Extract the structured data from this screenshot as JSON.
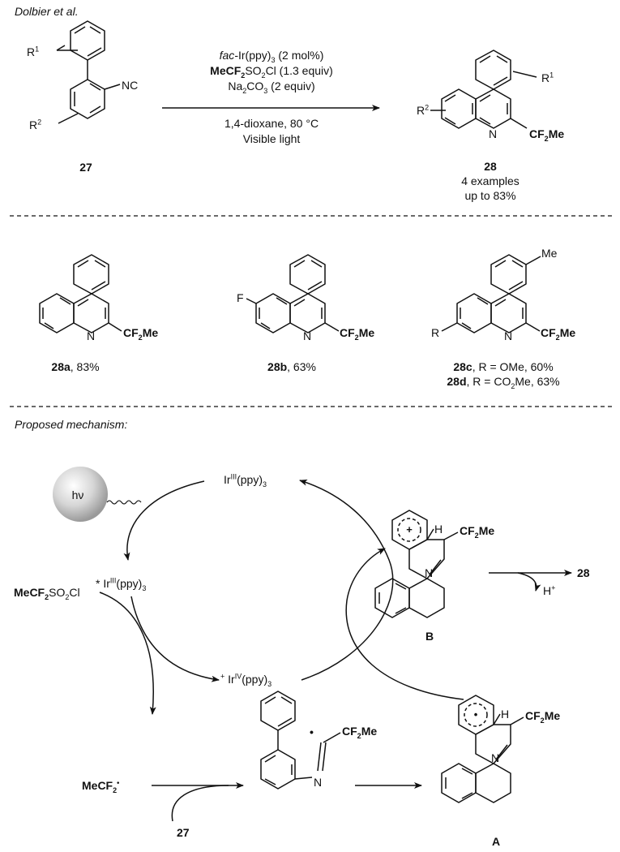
{
  "header": {
    "citation": "Dolbier et al."
  },
  "top_scheme": {
    "start_label": "27",
    "start_r1": "R",
    "start_r1_sup": "1",
    "start_r2": "R",
    "start_r2_sup": "2",
    "start_nc": "NC",
    "conditions": {
      "line1_italic": "fac",
      "line1_rest": "-Ir(ppy)",
      "line1_sub": "3",
      "line1_tail": " (2 mol%)",
      "line2_bold_a": "MeCF",
      "line2_sub1": "2",
      "line2_b": "SO",
      "line2_sub2": "2",
      "line2_c": "Cl (1.3 equiv)",
      "line3_a": "Na",
      "line3_sub1": "2",
      "line3_b": "CO",
      "line3_sub2": "3",
      "line3_c": " (2 equiv)",
      "line4": "1,4-dioxane, 80 °C",
      "line5": "Visible light"
    },
    "product_label": "28",
    "product_examples": "4 examples",
    "product_yield": "up to 83%",
    "product_cf2me": "CF",
    "product_cf2me_sub": "2",
    "product_cf2me_tail": "Me",
    "product_n": "N",
    "product_r1": "R",
    "product_r1_sup": "1",
    "product_r2": "R",
    "product_r2_sup": "2"
  },
  "examples": [
    {
      "id": "28a",
      "rest": ", 83%"
    },
    {
      "id": "28b",
      "rest": ", 63%"
    },
    {
      "id": "28c",
      "rest": ", R = OMe, 60%"
    },
    {
      "id": "28d",
      "rest_a": ", R = CO",
      "rest_sub": "2",
      "rest_b": "Me, 63%"
    }
  ],
  "example_atoms": {
    "f": "F",
    "me": "Me",
    "r": "R",
    "n": "N"
  },
  "mechanism": {
    "heading": "Proposed mechanism:",
    "light": "hν",
    "ir3": {
      "a": "Ir",
      "sup": "III",
      "b": "(ppy)",
      "sub": "3"
    },
    "ir3_star": {
      "star": "*",
      "a": "Ir",
      "sup": "III",
      "b": "(ppy)",
      "sub": "3"
    },
    "ir4": {
      "plus": "+",
      "a": "Ir",
      "sup": "IV",
      "b": "(ppy)",
      "sub": "3"
    },
    "reagent": {
      "a": "MeCF",
      "sub1": "2",
      "b": "SO",
      "sub2": "2",
      "c": "Cl"
    },
    "radical": {
      "a": "MeCF",
      "sub": "2",
      "dot": "•"
    },
    "substrate_label": "27",
    "proton": {
      "a": "H",
      "sup": "+"
    },
    "product_label": "28",
    "intermediate_b": "B",
    "intermediate_a": "A",
    "h_atom": "H",
    "plus_sign": "+",
    "dot_sign": "•"
  }
}
